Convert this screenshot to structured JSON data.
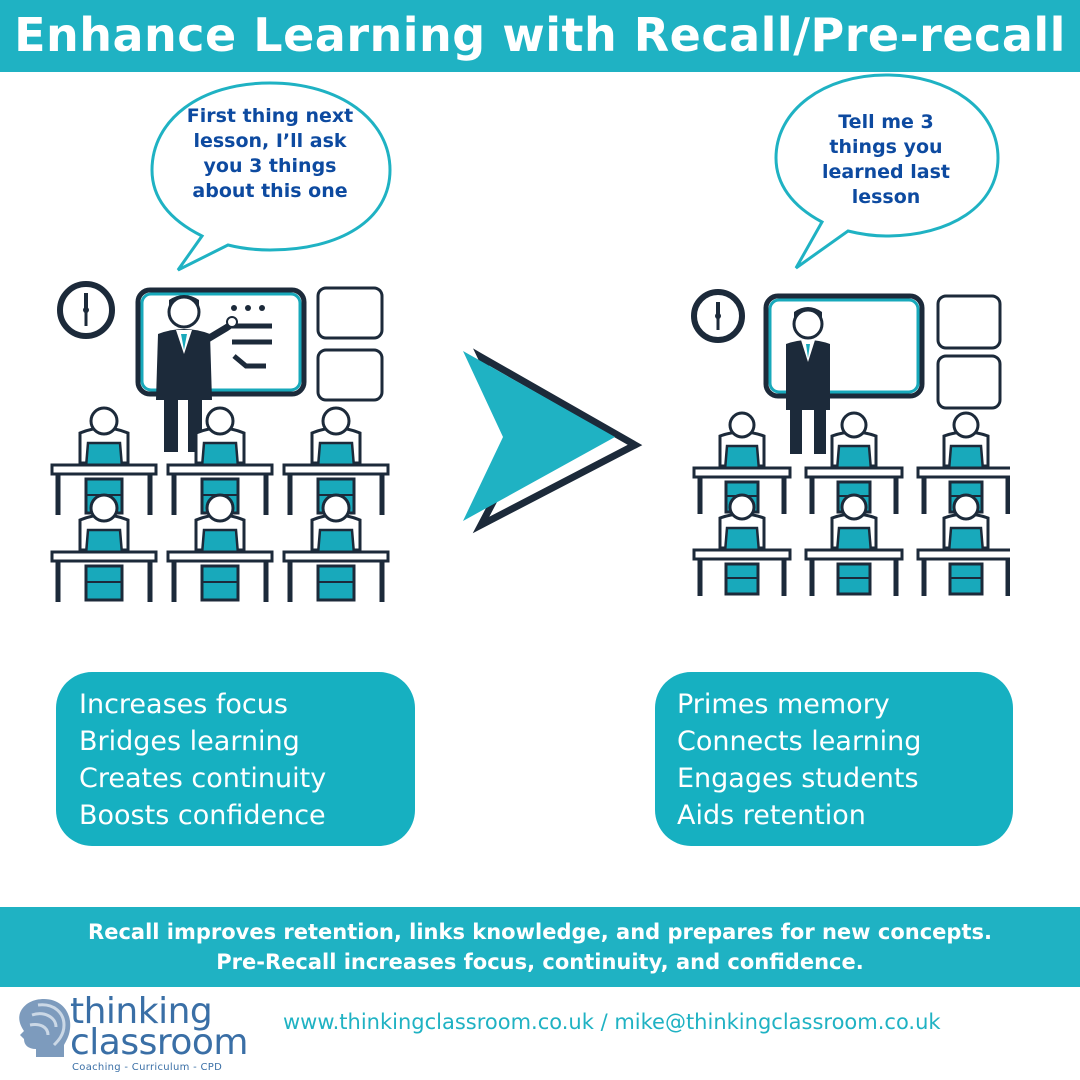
{
  "header": {
    "title": "Enhance Learning with Recall/Pre-recall"
  },
  "left_panel": {
    "speech": [
      "First thing next",
      "lesson, I’ll ask",
      "you 3 things",
      "about this one"
    ],
    "benefits": [
      "Increases focus",
      "Bridges learning",
      "Creates continuity",
      "Boosts confidence"
    ]
  },
  "right_panel": {
    "speech": [
      "Tell me 3",
      "things you",
      "learned last",
      "lesson"
    ],
    "benefits": [
      "Primes memory",
      "Connects learning",
      "Engages students",
      "Aids retention"
    ]
  },
  "summary": [
    "Recall improves retention, links knowledge, and prepares for new concepts.",
    "Pre-Recall increases focus, continuity, and confidence."
  ],
  "footer": {
    "brand_line1": "thinking",
    "brand_line2": "classroom",
    "brand_tagline": "Coaching - Curriculum - CPD",
    "contact": "www.thinkingclassroom.co.uk / mike@thinkingclassroom.co.uk"
  },
  "colors": {
    "accent": "#1fb2c3",
    "box": "#16b0c1",
    "ink": "#1c2a3a",
    "speech_text": "#0d4aa0"
  },
  "icons": [
    "speech-bubble",
    "wall-clock",
    "whiteboard",
    "teacher",
    "student",
    "desk",
    "arrow-right-icon",
    "head-logo-icon"
  ]
}
